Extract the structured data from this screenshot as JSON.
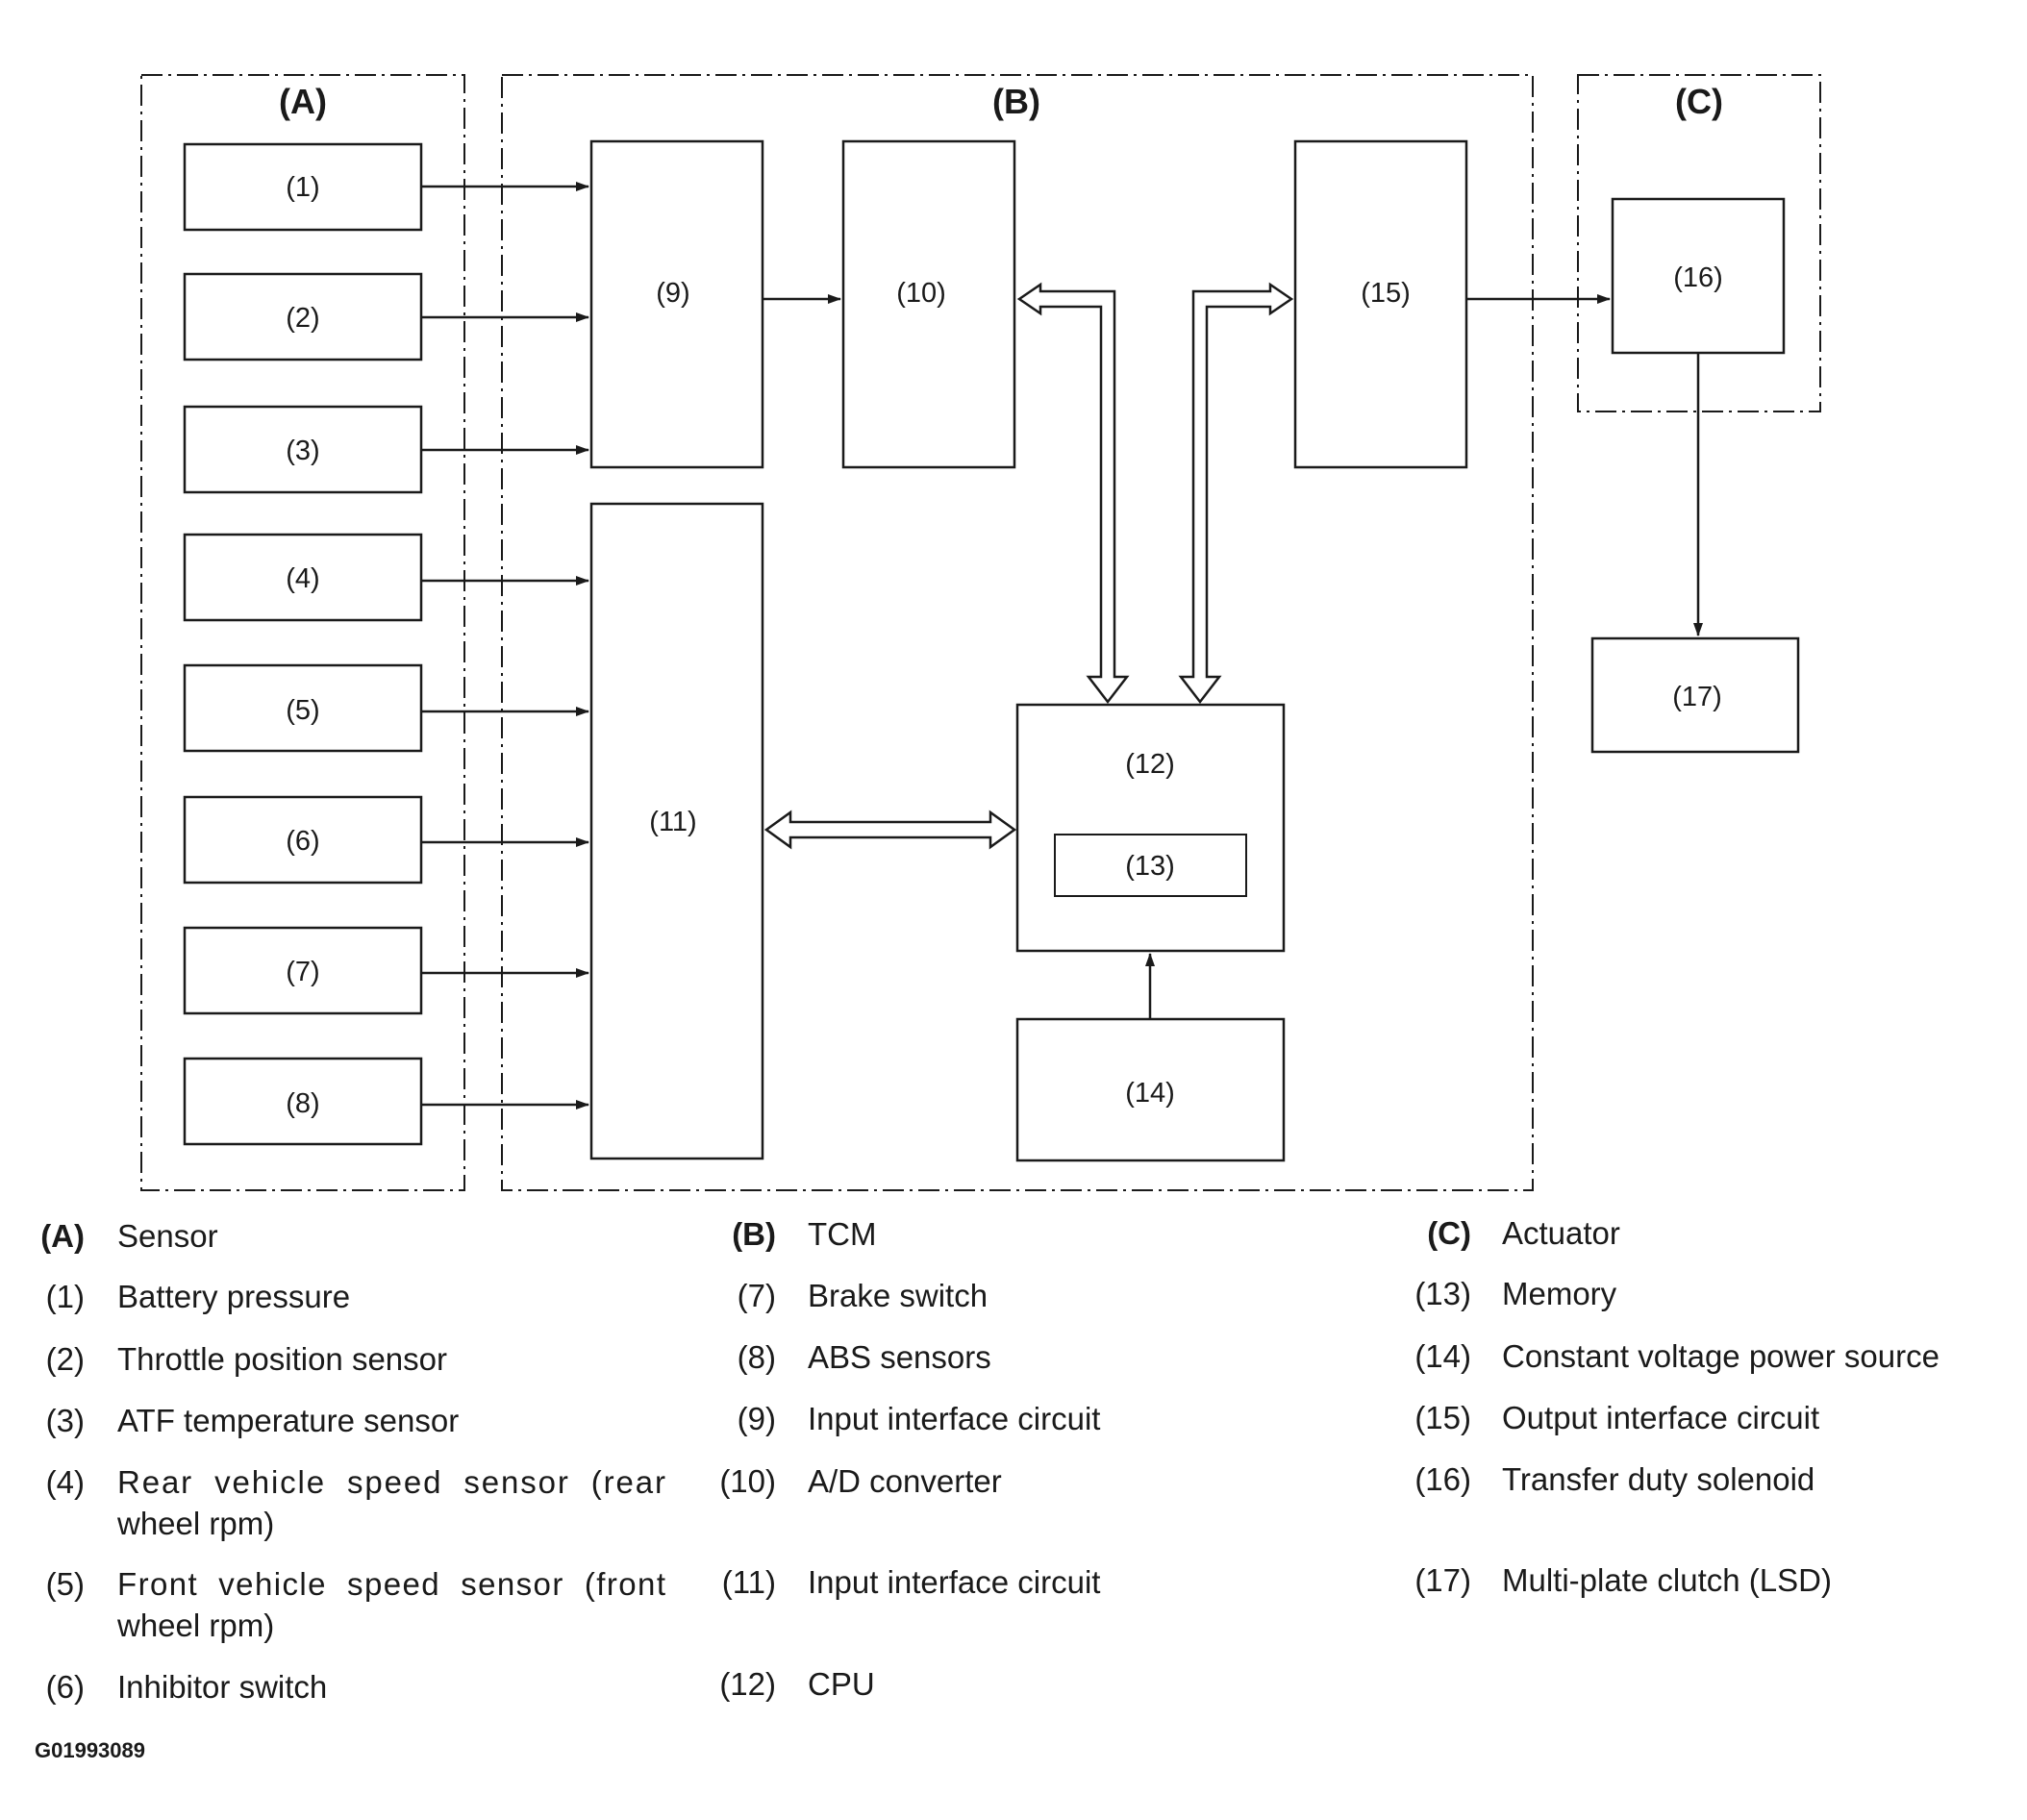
{
  "groups": {
    "A": "(A)",
    "B": "(B)",
    "C": "(C)"
  },
  "blocks": {
    "b1": "(1)",
    "b2": "(2)",
    "b3": "(3)",
    "b4": "(4)",
    "b5": "(5)",
    "b6": "(6)",
    "b7": "(7)",
    "b8": "(8)",
    "b9": "(9)",
    "b10": "(10)",
    "b11": "(11)",
    "b12": "(12)",
    "b13": "(13)",
    "b14": "(14)",
    "b15": "(15)",
    "b16": "(16)",
    "b17": "(17)"
  },
  "legend": {
    "A": {
      "key": "(A)",
      "lines": [
        "Sensor"
      ]
    },
    "B": {
      "key": "(B)",
      "lines": [
        "TCM"
      ]
    },
    "C": {
      "key": "(C)",
      "lines": [
        "Actuator"
      ]
    },
    "i1": {
      "key": "(1)",
      "lines": [
        "Battery pressure"
      ]
    },
    "i2": {
      "key": "(2)",
      "lines": [
        "Throttle position sensor"
      ]
    },
    "i3": {
      "key": "(3)",
      "lines": [
        "ATF temperature sensor"
      ]
    },
    "i4": {
      "key": "(4)",
      "lines": [
        "Rear  vehicle  speed  sensor  (rear",
        "wheel rpm)"
      ]
    },
    "i5": {
      "key": "(5)",
      "lines": [
        "Front  vehicle  speed  sensor  (front",
        "wheel rpm)"
      ]
    },
    "i6": {
      "key": "(6)",
      "lines": [
        "Inhibitor switch"
      ]
    },
    "i7": {
      "key": "(7)",
      "lines": [
        "Brake switch"
      ]
    },
    "i8": {
      "key": "(8)",
      "lines": [
        "ABS sensors"
      ]
    },
    "i9": {
      "key": "(9)",
      "lines": [
        "Input interface circuit"
      ]
    },
    "i10": {
      "key": "(10)",
      "lines": [
        "A/D converter"
      ]
    },
    "i11": {
      "key": "(11)",
      "lines": [
        "Input interface circuit"
      ]
    },
    "i12": {
      "key": "(12)",
      "lines": [
        "CPU"
      ]
    },
    "i13": {
      "key": "(13)",
      "lines": [
        "Memory"
      ]
    },
    "i14": {
      "key": "(14)",
      "lines": [
        "Constant voltage power source"
      ]
    },
    "i15": {
      "key": "(15)",
      "lines": [
        "Output interface circuit"
      ]
    },
    "i16": {
      "key": "(16)",
      "lines": [
        "Transfer duty solenoid"
      ]
    },
    "i17": {
      "key": "(17)",
      "lines": [
        "Multi-plate clutch (LSD)"
      ]
    }
  },
  "figure_id": "G01993089",
  "colors": {
    "ink": "#1a1a1a",
    "background": "#ffffff"
  }
}
